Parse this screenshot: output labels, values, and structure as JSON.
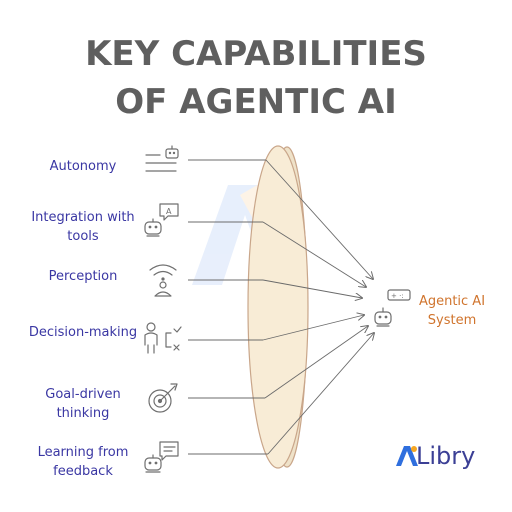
{
  "title": {
    "line1": "KEY CAPABILITIES",
    "line2": "OF AGENTIC AI"
  },
  "capabilities": [
    {
      "label_lines": [
        "Autonomy"
      ],
      "icon": "list-robot-icon"
    },
    {
      "label_lines": [
        "Integration with",
        "tools"
      ],
      "icon": "robot-chat-icon"
    },
    {
      "label_lines": [
        "Perception"
      ],
      "icon": "wifi-user-icon"
    },
    {
      "label_lines": [
        "Decision-making"
      ],
      "icon": "person-choice-icon"
    },
    {
      "label_lines": [
        "Goal-driven",
        "thinking"
      ],
      "icon": "target-icon"
    },
    {
      "label_lines": [
        "Learning from",
        "feedback"
      ],
      "icon": "robot-document-icon"
    }
  ],
  "result": {
    "label_lines": [
      "Agentic AI",
      "System"
    ],
    "icon": "robot-panel-icon"
  },
  "brand": {
    "mark": "Ai",
    "name": "Libry"
  },
  "colors": {
    "title": "#5f5f5f",
    "capability_text": "#3a37a3",
    "result_text": "#d0742d",
    "brand_text": "#3b3f95",
    "brand_accent": "#f5a623",
    "brand_blue": "#2f6fde",
    "lens_fill": "#f8ecd6",
    "lens_stroke": "#c9a68a",
    "connector": "#6b6b6b",
    "icon": "#6f6f6f"
  }
}
